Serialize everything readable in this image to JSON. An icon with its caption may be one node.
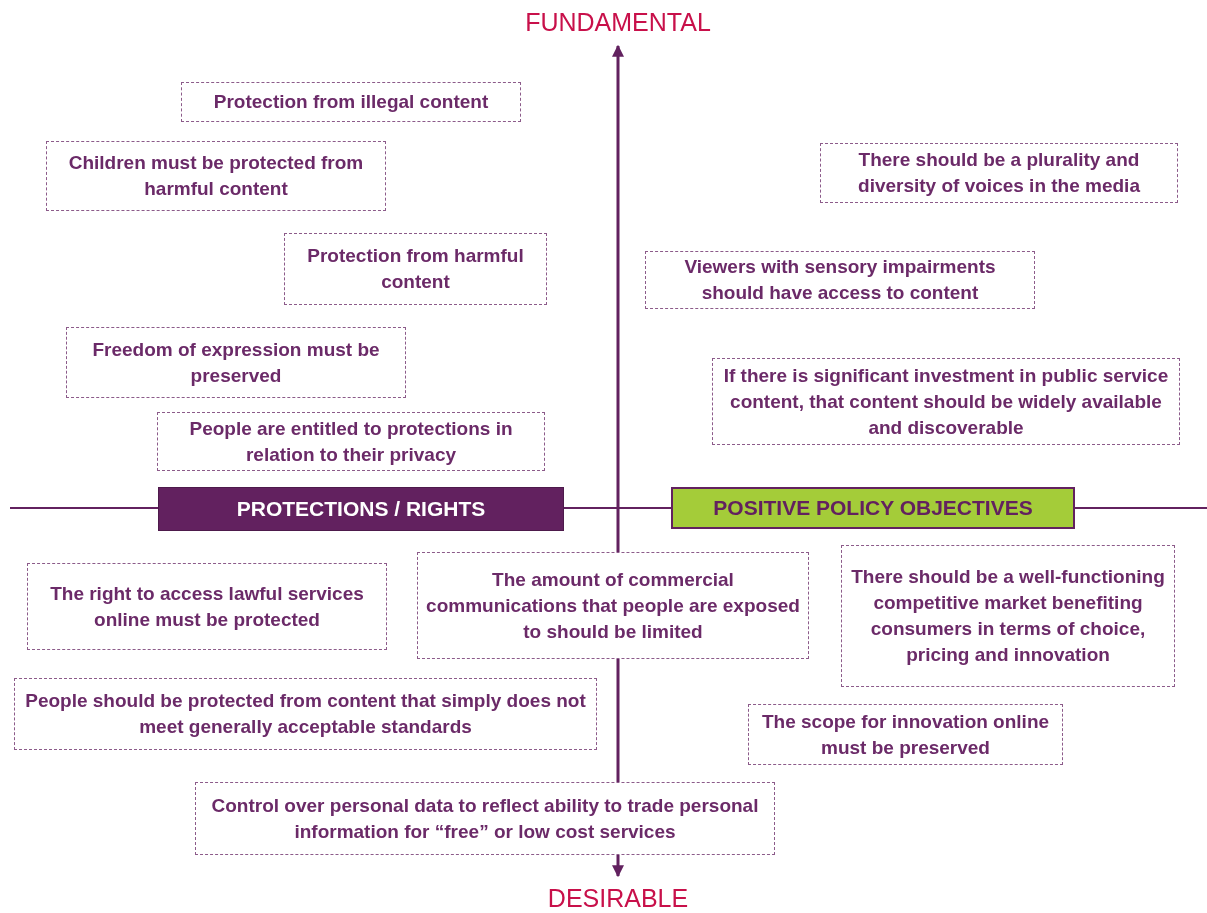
{
  "diagram": {
    "nodes": [
      {
        "text": [
          "Protection from illegal content"
        ]
      },
      {
        "text": [
          "Children must be protected from harmful content"
        ]
      },
      {
        "text": [
          "There should be a plurality and diversity of voices in the media"
        ]
      },
      {
        "text": [
          "Protection from harmful content"
        ]
      },
      {
        "text": [
          "Viewers with sensory impairments should have access to content"
        ]
      },
      {
        "text": [
          "Freedom of expression must be preserved"
        ]
      },
      {
        "text": [
          "If there is significant investment in public service content, that content should be widely available and discoverable"
        ]
      },
      {
        "text": [
          "People are entitled to protections in relation to their privacy"
        ]
      },
      {
        "text": [
          "PROTECTIONS / RIGHTS"
        ]
      },
      {
        "text": [
          "POSITIVE POLICY OBJECTIVES"
        ]
      },
      {
        "text": [
          "The right to access lawful services online must be protected"
        ]
      },
      {
        "text": [
          "The amount of commercial communications that people are exposed to should be limited"
        ]
      },
      {
        "text": [
          "There should be a well-functioning competitive market benefiting consumers in terms of choice, pricing and innovation"
        ]
      },
      {
        "text": [
          "People should be protected from content that simply does not meet generally acceptable standards"
        ]
      },
      {
        "text": [
          "The scope for innovation online must be preserved"
        ]
      },
      {
        "text": [
          "Control over personal data to reflect ability to trade personal information for “free” or low cost services"
        ]
      }
    ],
    "edges": [],
    "labels": [
      "FUNDAMENTAL",
      "DESIRABLE"
    ]
  }
}
